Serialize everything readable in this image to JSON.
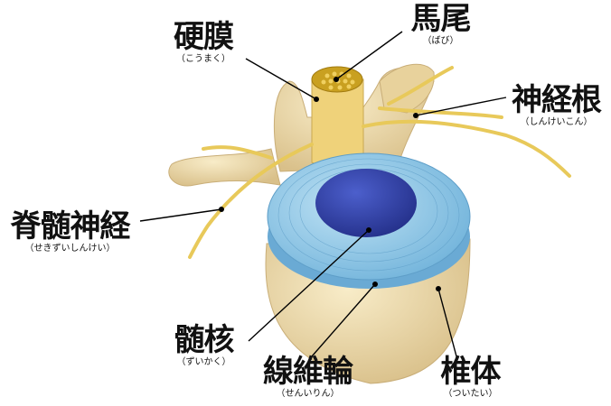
{
  "labels": {
    "koumaku": {
      "text": "硬膜",
      "reading": "（こうまく）"
    },
    "babi": {
      "text": "馬尾",
      "reading": "（ばび）"
    },
    "shinkeikon": {
      "text": "神経根",
      "reading": "（しんけいこん）"
    },
    "sekizui": {
      "text": "脊髄神経",
      "reading": "（せきずいしんけい）"
    },
    "zuikaku": {
      "text": "髄核",
      "reading": "（ずいかく）"
    },
    "sen_irin": {
      "text": "線維輪",
      "reading": "（せんいりん）"
    },
    "tsuitai": {
      "text": "椎体",
      "reading": "（ついたい）"
    }
  },
  "colors": {
    "bone": "#eedcaa",
    "nerve": "#e8c95a",
    "disc": "#8ec8e8",
    "nucleus": "#3344aa"
  }
}
